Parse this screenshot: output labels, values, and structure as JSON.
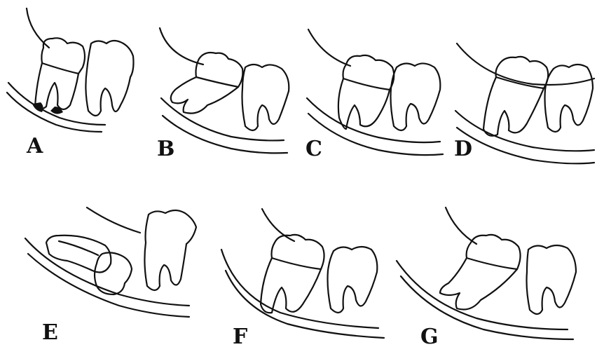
{
  "figure": {
    "panels": [
      {
        "id": "A",
        "label": "A"
      },
      {
        "id": "B",
        "label": "B"
      },
      {
        "id": "C",
        "label": "C"
      },
      {
        "id": "D",
        "label": "D"
      },
      {
        "id": "E",
        "label": "E"
      },
      {
        "id": "F",
        "label": "F"
      },
      {
        "id": "G",
        "label": "G"
      }
    ]
  }
}
